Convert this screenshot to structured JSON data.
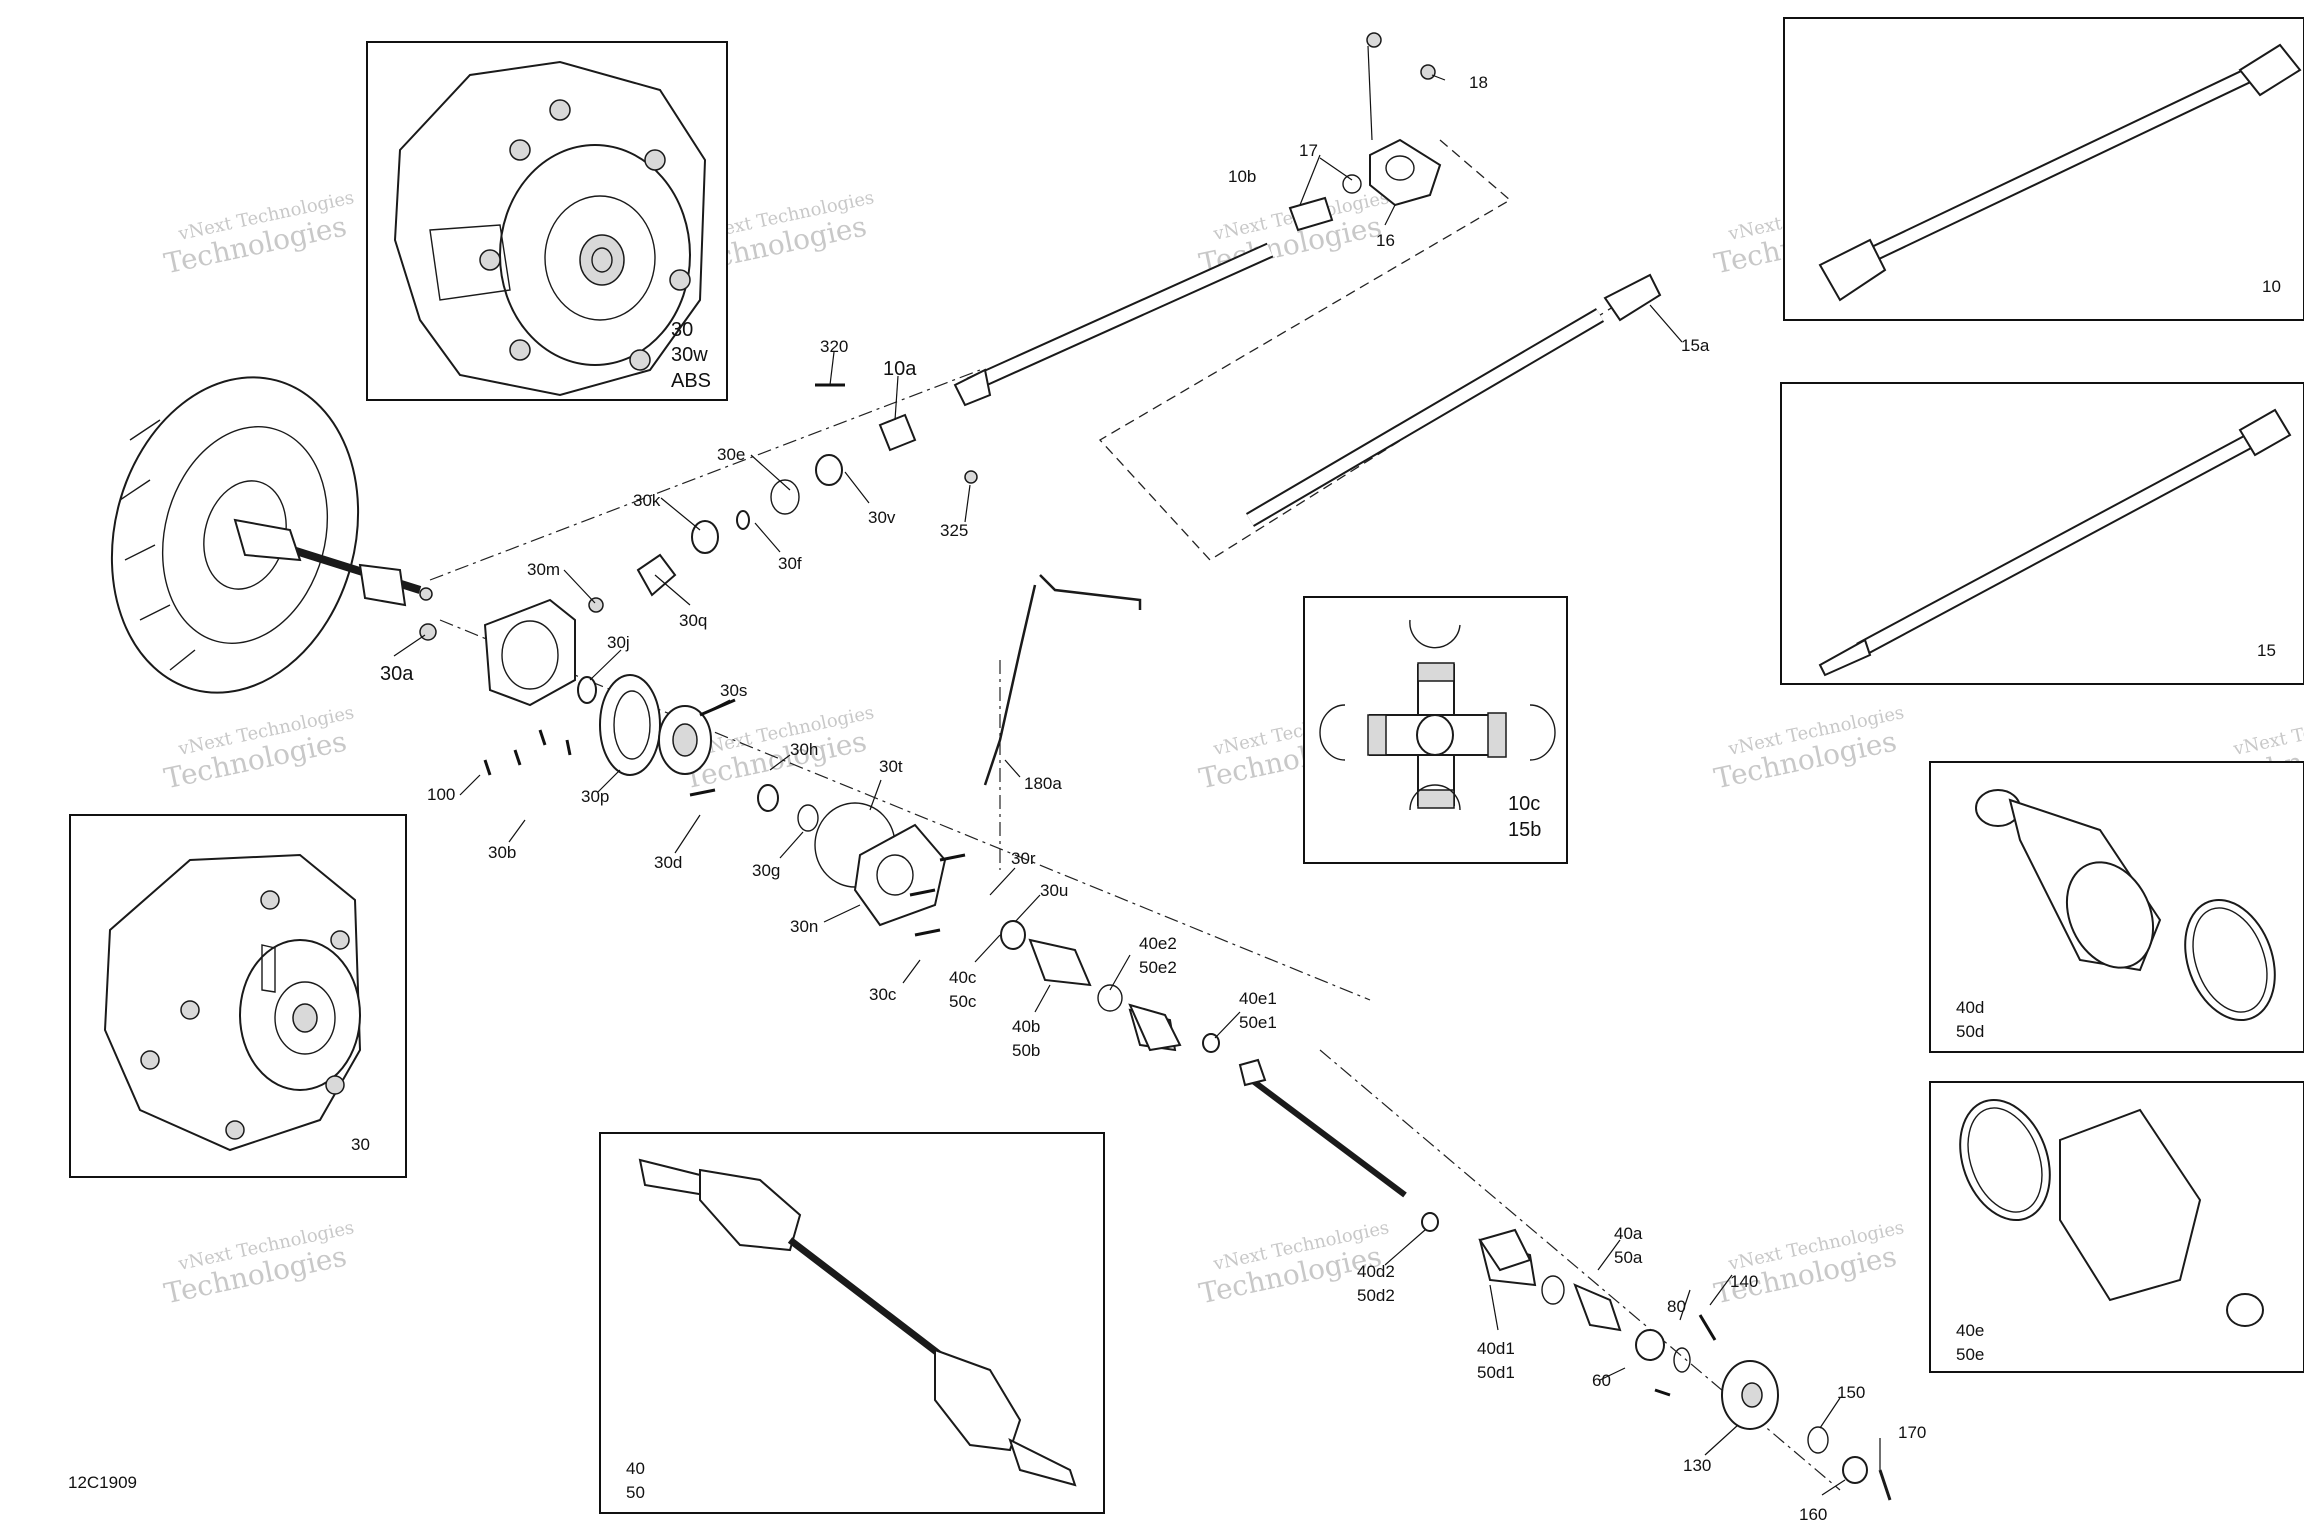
{
  "diagram": {
    "drawing_code": "12C1909",
    "watermark": {
      "line1": "vNext Technologies",
      "line2": "Technologies"
    },
    "insets": {
      "gearbox_abs": {
        "labels": [
          "30",
          "30w",
          "ABS"
        ]
      },
      "gearbox": {
        "labels": [
          "30"
        ]
      },
      "axle_shaft": {
        "labels": [
          "40",
          "50"
        ]
      },
      "universal_joint": {
        "labels": [
          "10c",
          "15b"
        ]
      },
      "prop_shaft_front": {
        "labels": [
          "10"
        ]
      },
      "prop_shaft_rear": {
        "labels": [
          "15"
        ]
      },
      "boot_inner": {
        "labels": [
          "40d",
          "50d"
        ]
      },
      "boot_outer": {
        "labels": [
          "40e",
          "50e"
        ]
      }
    },
    "callouts": {
      "c320": "320",
      "c10a": "10a",
      "c30e": "30e",
      "c30k": "30k",
      "c30v": "30v",
      "c325": "325",
      "c30f": "30f",
      "c30m": "30m",
      "c30q": "30q",
      "c30a": "30a",
      "c30j": "30j",
      "c30s": "30s",
      "c30h": "30h",
      "c30t": "30t",
      "c100": "100",
      "c30p": "30p",
      "c30b": "30b",
      "c30d": "30d",
      "c30g": "30g",
      "c180a": "180a",
      "c30r": "30r",
      "c30u": "30u",
      "c30n": "30n",
      "c40e2": "40e2",
      "c50e2": "50e2",
      "c40c": "40c",
      "c50c": "50c",
      "c30c": "30c",
      "c40b": "40b",
      "c50b": "50b",
      "c40e1": "40e1",
      "c50e1": "50e1",
      "c10b": "10b",
      "c17": "17",
      "c18": "18",
      "c16": "16",
      "c15a": "15a",
      "c40a": "40a",
      "c50a": "50a",
      "c40d2": "40d2",
      "c50d2": "50d2",
      "c80": "80",
      "c140": "140",
      "c40d1": "40d1",
      "c50d1": "50d1",
      "c60": "60",
      "c150": "150",
      "c170": "170",
      "c130": "130",
      "c160": "160"
    }
  }
}
